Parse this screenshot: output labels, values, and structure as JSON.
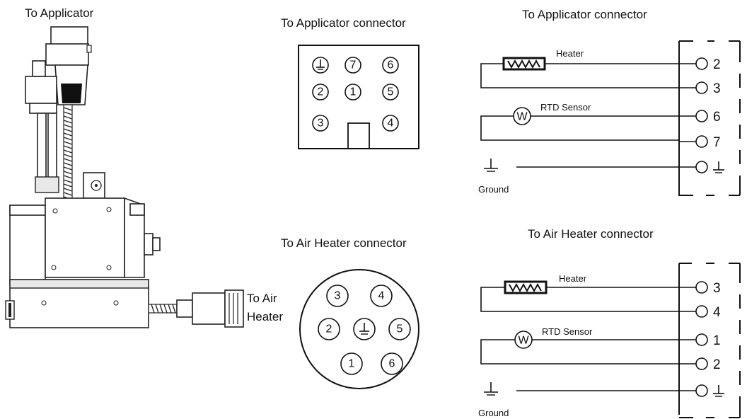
{
  "labels": {
    "to_applicator": "To Applicator",
    "to_air_heater_line1": "To Air",
    "to_air_heater_line2": "Heater",
    "applicator_connector_face": "To Applicator connector",
    "applicator_connector_schematic": "To Applicator connector",
    "air_heater_connector_face": "To Air Heater connector",
    "air_heater_connector_schematic": "To Air Heater connector"
  },
  "applicator_face": {
    "pins": [
      "7",
      "6",
      "2",
      "1",
      "5",
      "3",
      "4"
    ]
  },
  "air_heater_face": {
    "pins": [
      "3",
      "4",
      "2",
      "5",
      "1",
      "6"
    ]
  },
  "applicator_schematic": {
    "heater_label": "Heater",
    "rtd_label": "RTD Sensor",
    "rtd_symbol": "W",
    "ground_label": "Ground",
    "pins": [
      "2",
      "3",
      "6",
      "7"
    ],
    "ground_pin_icon": "ground-icon"
  },
  "air_heater_schematic": {
    "heater_label": "Heater",
    "rtd_label": "RTD Sensor",
    "rtd_symbol": "W",
    "ground_label": "Ground",
    "pins": [
      "3",
      "4",
      "1",
      "2"
    ],
    "ground_pin_icon": "ground-icon"
  }
}
